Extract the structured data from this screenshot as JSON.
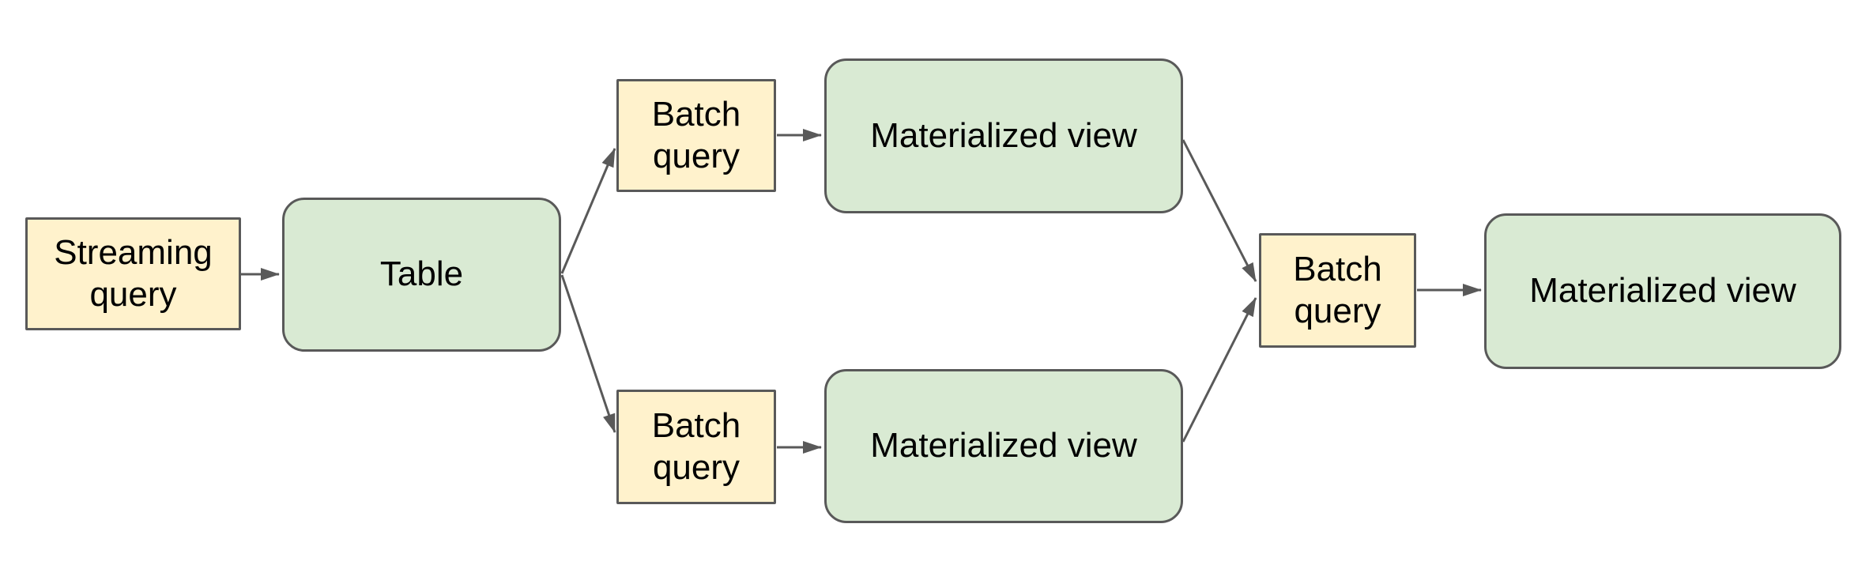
{
  "diagram": {
    "type": "flowchart",
    "background": "#FFFFFF",
    "colors": {
      "query_box_fill": "#FFF2CC",
      "view_box_fill": "#D9EAD3",
      "box_border": "#595959",
      "arrow": "#595959",
      "text": "#000000"
    },
    "nodes": {
      "streaming_query": {
        "label": "Streaming query",
        "shape": "rectangle",
        "fill": "#FFF2CC"
      },
      "table": {
        "label": "Table",
        "shape": "rounded-rectangle",
        "fill": "#D9EAD3"
      },
      "batch_query_top": {
        "label": "Batch query",
        "shape": "rectangle",
        "fill": "#FFF2CC"
      },
      "materialized_view_top": {
        "label": "Materialized view",
        "shape": "rounded-rectangle",
        "fill": "#D9EAD3"
      },
      "batch_query_bottom": {
        "label": "Batch query",
        "shape": "rectangle",
        "fill": "#FFF2CC"
      },
      "materialized_view_bottom": {
        "label": "Materialized view",
        "shape": "rounded-rectangle",
        "fill": "#D9EAD3"
      },
      "batch_query_right": {
        "label": "Batch query",
        "shape": "rectangle",
        "fill": "#FFF2CC"
      },
      "materialized_view_right": {
        "label": "Materialized view",
        "shape": "rounded-rectangle",
        "fill": "#D9EAD3"
      }
    },
    "edges": [
      {
        "from": "streaming_query",
        "to": "table"
      },
      {
        "from": "table",
        "to": "batch_query_top"
      },
      {
        "from": "table",
        "to": "batch_query_bottom"
      },
      {
        "from": "batch_query_top",
        "to": "materialized_view_top"
      },
      {
        "from": "batch_query_bottom",
        "to": "materialized_view_bottom"
      },
      {
        "from": "materialized_view_top",
        "to": "batch_query_right"
      },
      {
        "from": "materialized_view_bottom",
        "to": "batch_query_right"
      },
      {
        "from": "batch_query_right",
        "to": "materialized_view_right"
      }
    ]
  }
}
